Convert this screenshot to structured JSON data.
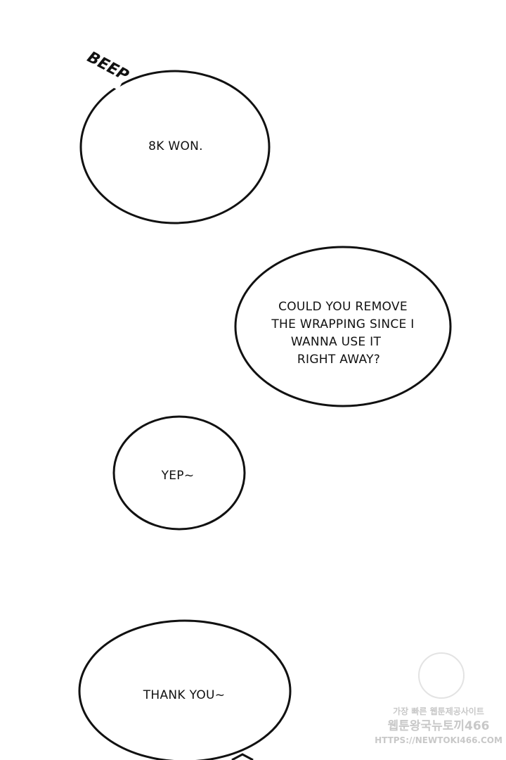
{
  "bubbles": [
    {
      "lines": [
        "8K WON."
      ]
    },
    {
      "lines": [
        "COULD YOU REMOVE",
        "THE WRAPPING SINCE I",
        "WANNA USE IT",
        "RIGHT AWAY?"
      ]
    },
    {
      "lines": [
        "YEP~"
      ]
    },
    {
      "lines": [
        "THANK YOU~"
      ]
    }
  ],
  "sound_effect": "BEEP",
  "watermark": {
    "line1": "가장 빠른 웹툰제공사이트",
    "line2": "웹툰왕국뉴토끼466",
    "line3": "HTTPS://NEWTOKI466.COM"
  },
  "colors": {
    "ink": "#111111",
    "background": "#ffffff",
    "watermark": "#bbbbbb"
  }
}
